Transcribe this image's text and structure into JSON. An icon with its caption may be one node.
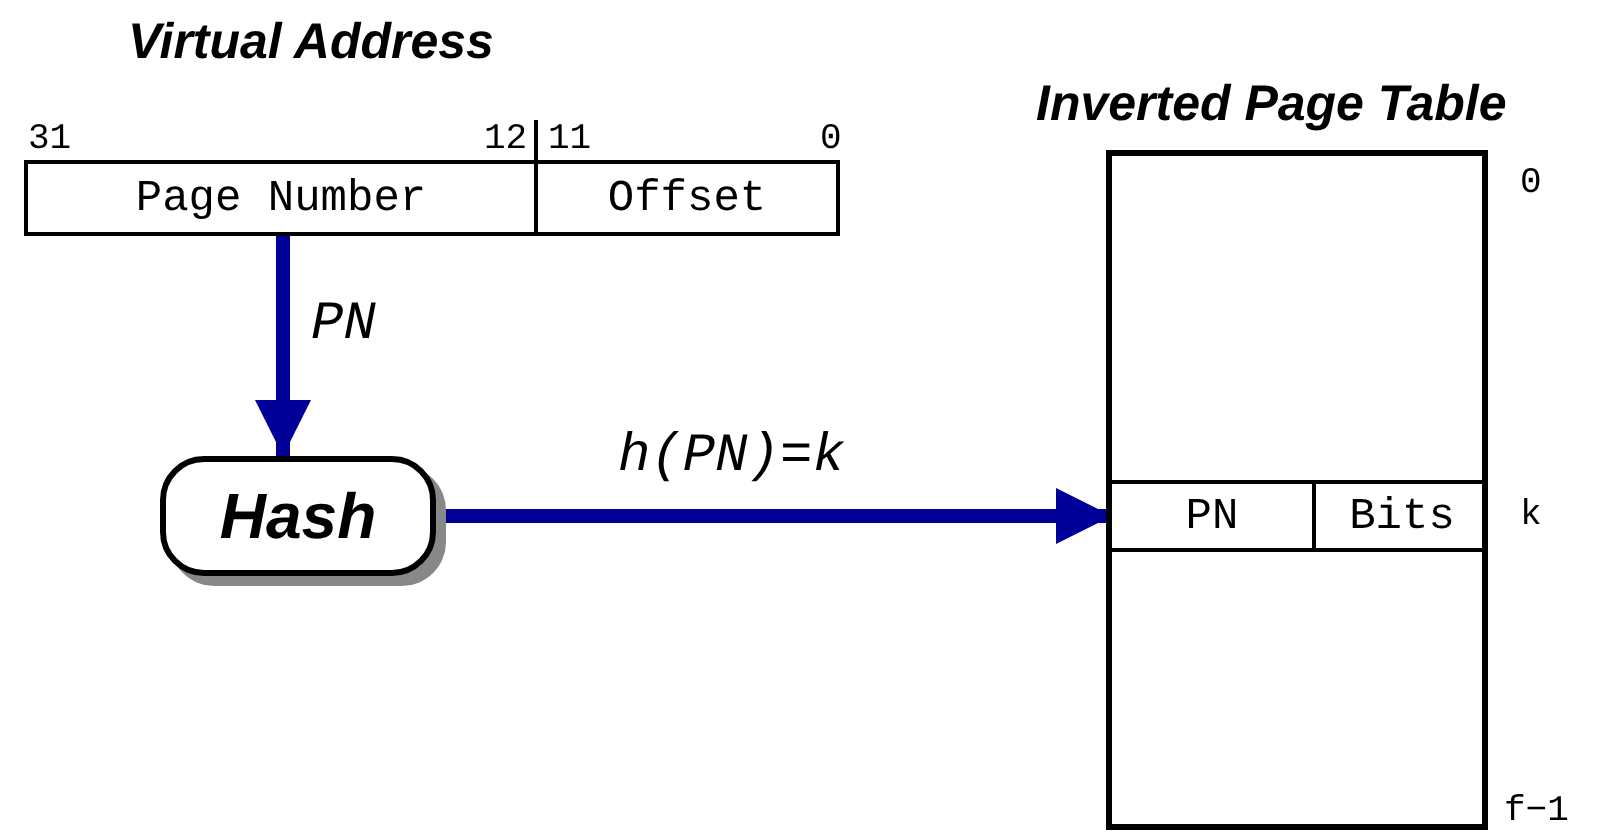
{
  "diagram": {
    "nodes": [
      {
        "text": [
          "Virtual Address"
        ],
        "beside": [
          "31",
          "12",
          "11",
          "0"
        ]
      },
      {
        "text": [
          "Page Number"
        ],
        "in": 0
      },
      {
        "text": [
          "Offset"
        ],
        "in": 0
      },
      {
        "text": [
          "Hash"
        ]
      },
      {
        "text": [
          "Inverted Page Table"
        ],
        "beside": [
          "0",
          "k",
          "f−1"
        ]
      },
      {
        "text": [
          "PN"
        ],
        "in": 4
      },
      {
        "text": [
          "Bits"
        ],
        "in": 4
      }
    ],
    "edges": [
      {
        "from": 1,
        "to": 3,
        "arrow": "to",
        "label": "PN"
      },
      {
        "from": 3,
        "to": 5,
        "arrow": "to",
        "label": "h(PN)=k"
      }
    ]
  }
}
